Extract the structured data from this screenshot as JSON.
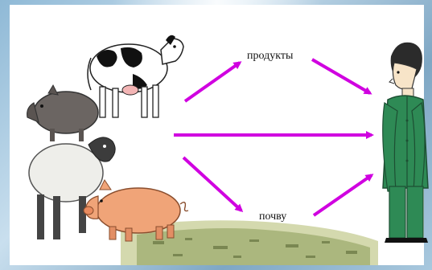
{
  "diagram": {
    "labels": {
      "products": "продукты",
      "soil": "почву"
    },
    "colors": {
      "arrow": "#d000e0",
      "background_frame": "#8fb9d6",
      "ground": "#9aa86a"
    },
    "animals": [
      "cow",
      "boar",
      "sheep",
      "pig"
    ],
    "person": "man-in-green-uniform"
  }
}
